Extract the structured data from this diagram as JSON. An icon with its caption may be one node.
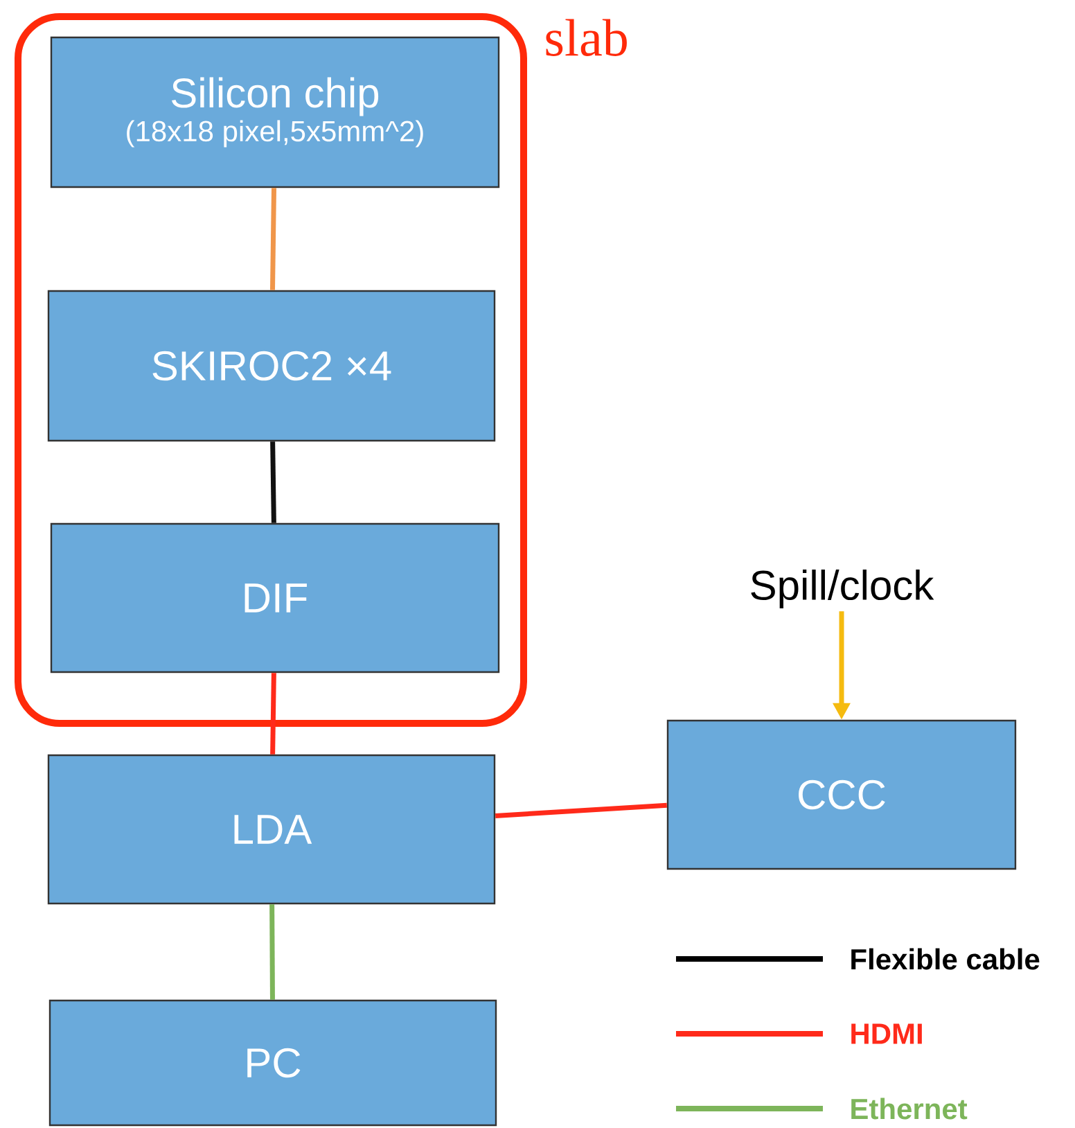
{
  "diagram": {
    "nodes": [
      {
        "text": [
          "slab"
        ]
      },
      {
        "text": [
          "Silicon chip",
          "(18x18 pixel,5x5mm^2)"
        ],
        "in": 0
      },
      {
        "text": [
          "SKIROC2 ×4"
        ],
        "in": 0
      },
      {
        "text": [
          "DIF"
        ],
        "in": 0
      },
      {
        "text": [
          "LDA"
        ]
      },
      {
        "text": [
          "CCC"
        ]
      },
      {
        "text": [
          "PC"
        ]
      },
      {
        "text": [
          "Spill/clock"
        ]
      }
    ],
    "edges": [
      {
        "from": 1,
        "to": 2,
        "arrow": "none",
        "color": "#f0964a"
      },
      {
        "from": 2,
        "to": 3,
        "arrow": "none",
        "color": "#111111"
      },
      {
        "from": 3,
        "to": 4,
        "arrow": "none",
        "color": "#ff2a1a"
      },
      {
        "from": 4,
        "to": 5,
        "arrow": "none",
        "color": "#ff2a1a"
      },
      {
        "from": 4,
        "to": 6,
        "arrow": "none",
        "color": "#7db55a"
      },
      {
        "from": 7,
        "to": 5,
        "arrow": "to",
        "color": "#f5bb10"
      }
    ],
    "legend": [
      {
        "text": "Flexible cable",
        "color": "#000000"
      },
      {
        "text": "HDMI",
        "color": "#ff2a1a"
      },
      {
        "text": "Ethernet",
        "color": "#7db55a"
      }
    ]
  }
}
